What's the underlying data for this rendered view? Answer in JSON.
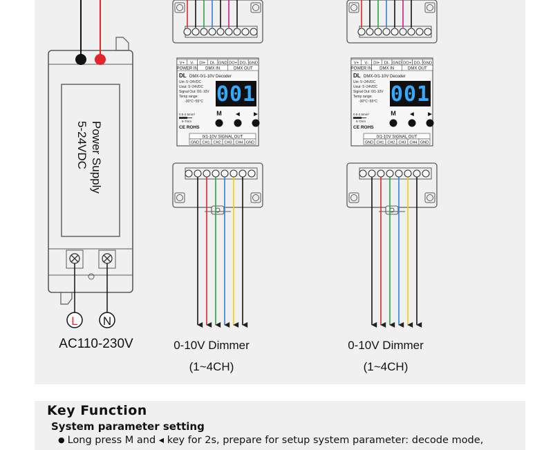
{
  "power_supply": {
    "label_line1": "Power Supply",
    "label_line2": "5-24VDC",
    "terminal_l": "L",
    "terminal_n": "N",
    "input_voltage": "AC110-230V"
  },
  "decoders": [
    {
      "brand": "DL",
      "model": "DMX-0/1-10V Decoder",
      "top_terminals": [
        "V+",
        "V-",
        "DI+",
        "DI-",
        "GND",
        "DO+",
        "DO-",
        "GND"
      ],
      "top_groups": [
        "POWER IN",
        "DMX IN",
        "DMX OUT"
      ],
      "specs": [
        "Uin: 5~24VDC",
        "Uout: 5~24VDC",
        "Signal Out: 0/1-10V",
        "Temp range:",
        "-30°C~55°C"
      ],
      "display": "001",
      "buttons": [
        "M",
        "◀",
        "▶"
      ],
      "wire_spec": [
        "0.5-2.5mm²",
        "6-7mm"
      ],
      "certs": "CE ROHS",
      "signal_out_title": "0/1-10V SIGNAL OUT",
      "bottom_terminals": [
        "GND",
        "CH1",
        "CH2",
        "CH3",
        "CH4",
        "GND"
      ],
      "caption_line1": "0-10V Dimmer",
      "caption_line2": "(1~4CH)"
    },
    {
      "brand": "DL",
      "model": "DMX-0/1-10V Decoder",
      "top_terminals": [
        "V+",
        "V-",
        "DI+",
        "DI-",
        "GND",
        "DO+",
        "DO-",
        "GND"
      ],
      "top_groups": [
        "POWER IN",
        "DMX IN",
        "DMX OUT"
      ],
      "specs": [
        "Uin: 5~24VDC",
        "Uout: 5~24VDC",
        "Signal Out: 0/1-10V",
        "Temp range:",
        "-30°C~55°C"
      ],
      "display": "001",
      "buttons": [
        "M",
        "◀",
        "▶"
      ],
      "wire_spec": [
        "0.5-2.5mm²",
        "6-7mm"
      ],
      "certs": "CE ROHS",
      "signal_out_title": "0/1-10V SIGNAL OUT",
      "bottom_terminals": [
        "GND",
        "CH1",
        "CH2",
        "CH3",
        "CH4",
        "GND"
      ],
      "caption_line1": "0-10V Dimmer",
      "caption_line2": "(1~4CH)"
    }
  ],
  "key_function": {
    "title": "Key Function",
    "subtitle": "System parameter setting",
    "bullet": "Long press M and ◂ key for 2s, prepare for setup system parameter: decode mode,"
  },
  "colors": {
    "panel_bg": "#f0f0f0",
    "outline": "#5a5a5a",
    "display_bg": "#101010",
    "display_digits": "#35aaff",
    "wire_black": "#111111",
    "wire_red": "#e2252b",
    "wire_blue": "#2f80d8",
    "wire_green": "#23a83c",
    "wire_yellow": "#f5cf00",
    "wire_magenta": "#d0197e"
  },
  "top_wire_colors": [
    "red",
    "black",
    "green",
    "blue",
    "black",
    "magenta",
    "black"
  ],
  "bottom_wire_colors": [
    "black",
    "red",
    "green",
    "blue",
    "yellow",
    "black"
  ]
}
